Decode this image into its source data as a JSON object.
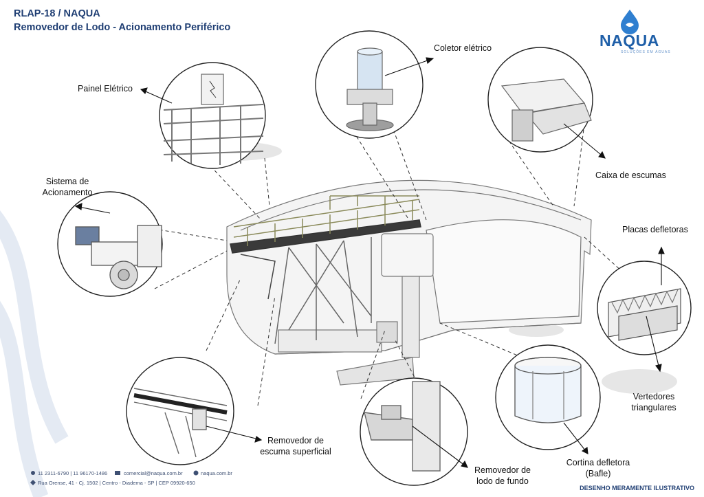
{
  "header": {
    "title": "RLAP-18 / NAQUA",
    "subtitle": "Removedor de Lodo - Acionamento Periférico"
  },
  "brand": {
    "logo": "NAQUA",
    "tagline": "SOLUÇÕES EM ÁGUAS",
    "primary_color": "#1f3e73",
    "accent_color": "#2f7fd0"
  },
  "labels": {
    "painel": "Painel Elétrico",
    "acionamento_1": "Sistema de",
    "acionamento_2": "Acionamento",
    "coletor": "Coletor elétrico",
    "caixa": "Caixa de escumas",
    "placas": "Placas defletoras",
    "vertedores_1": "Vertedores",
    "vertedores_2": "triangulares",
    "escuma_1": "Removedor de",
    "escuma_2": "escuma superficial",
    "lodo_1": "Removedor de",
    "lodo_2": "lodo de fundo",
    "cortina_1": "Cortina defletora",
    "cortina_2": "(Bafle)"
  },
  "footer": {
    "phones": "11 2311-6790  |  11 96170-1486",
    "email": "comercial@naqua.com.br",
    "site": "naqua.com.br",
    "address": "Rua Orense, 41  -  Cj. 1502  |  Centro  -  Diadema  -  SP  |  CEP 09920-650",
    "disclaimer": "DESENHO MERAMENTE ILUSTRATIVO"
  }
}
